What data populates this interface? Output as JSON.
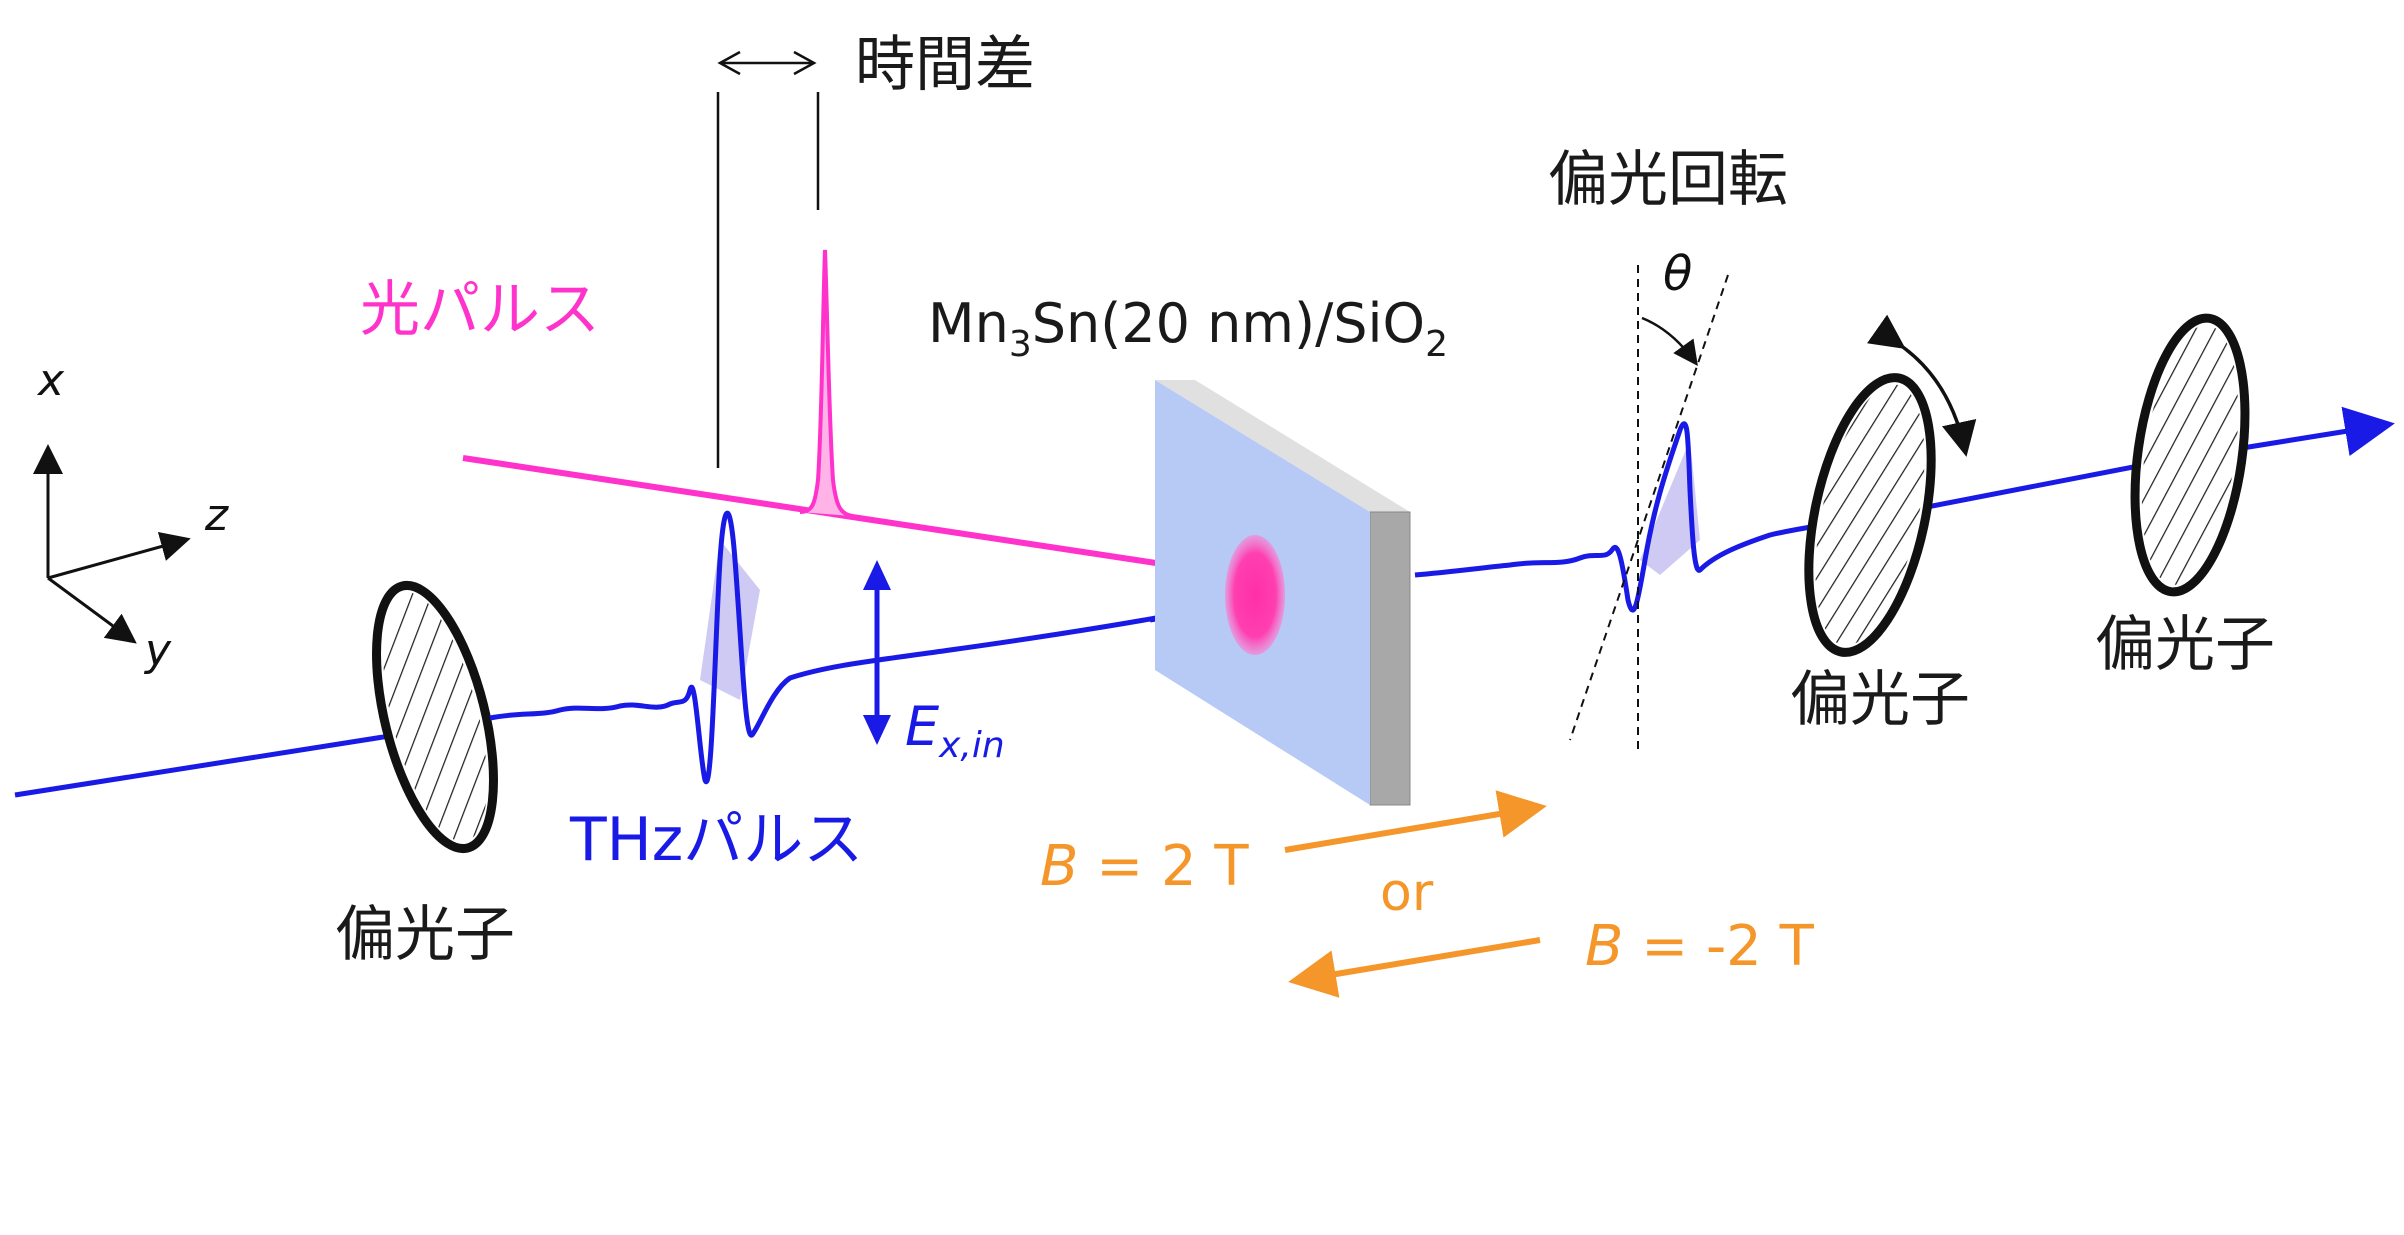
{
  "labels": {
    "time_delay": "時間差",
    "optical_pulse": "光パルス",
    "sample": "Mn",
    "sample_sub3": "3",
    "sample_mid": "Sn(20 nm)/SiO",
    "sample_sub2": "2",
    "rotation": "偏光回転",
    "theta": "θ",
    "thz_pulse": "THzパルス",
    "polarizer_left": "偏光子",
    "polarizer_mid": "偏光子",
    "polarizer_right": "偏光子",
    "field_E": "E",
    "field_sub": "x,in",
    "b_pos_symbol": "B",
    "b_pos_rest": " = 2 T",
    "or": "or",
    "b_neg_symbol": "B",
    "b_neg_rest": " = -2 T",
    "axis_x": "x",
    "axis_y": "y",
    "axis_z": "z"
  },
  "colors": {
    "thz_blue": "#1a1ae6",
    "optical_magenta": "#ff33cc",
    "field_orange": "#f5962a",
    "sample_face": "#b7c9f5",
    "sample_edge": "#a8a8a8",
    "text": "#1a1a1a"
  }
}
